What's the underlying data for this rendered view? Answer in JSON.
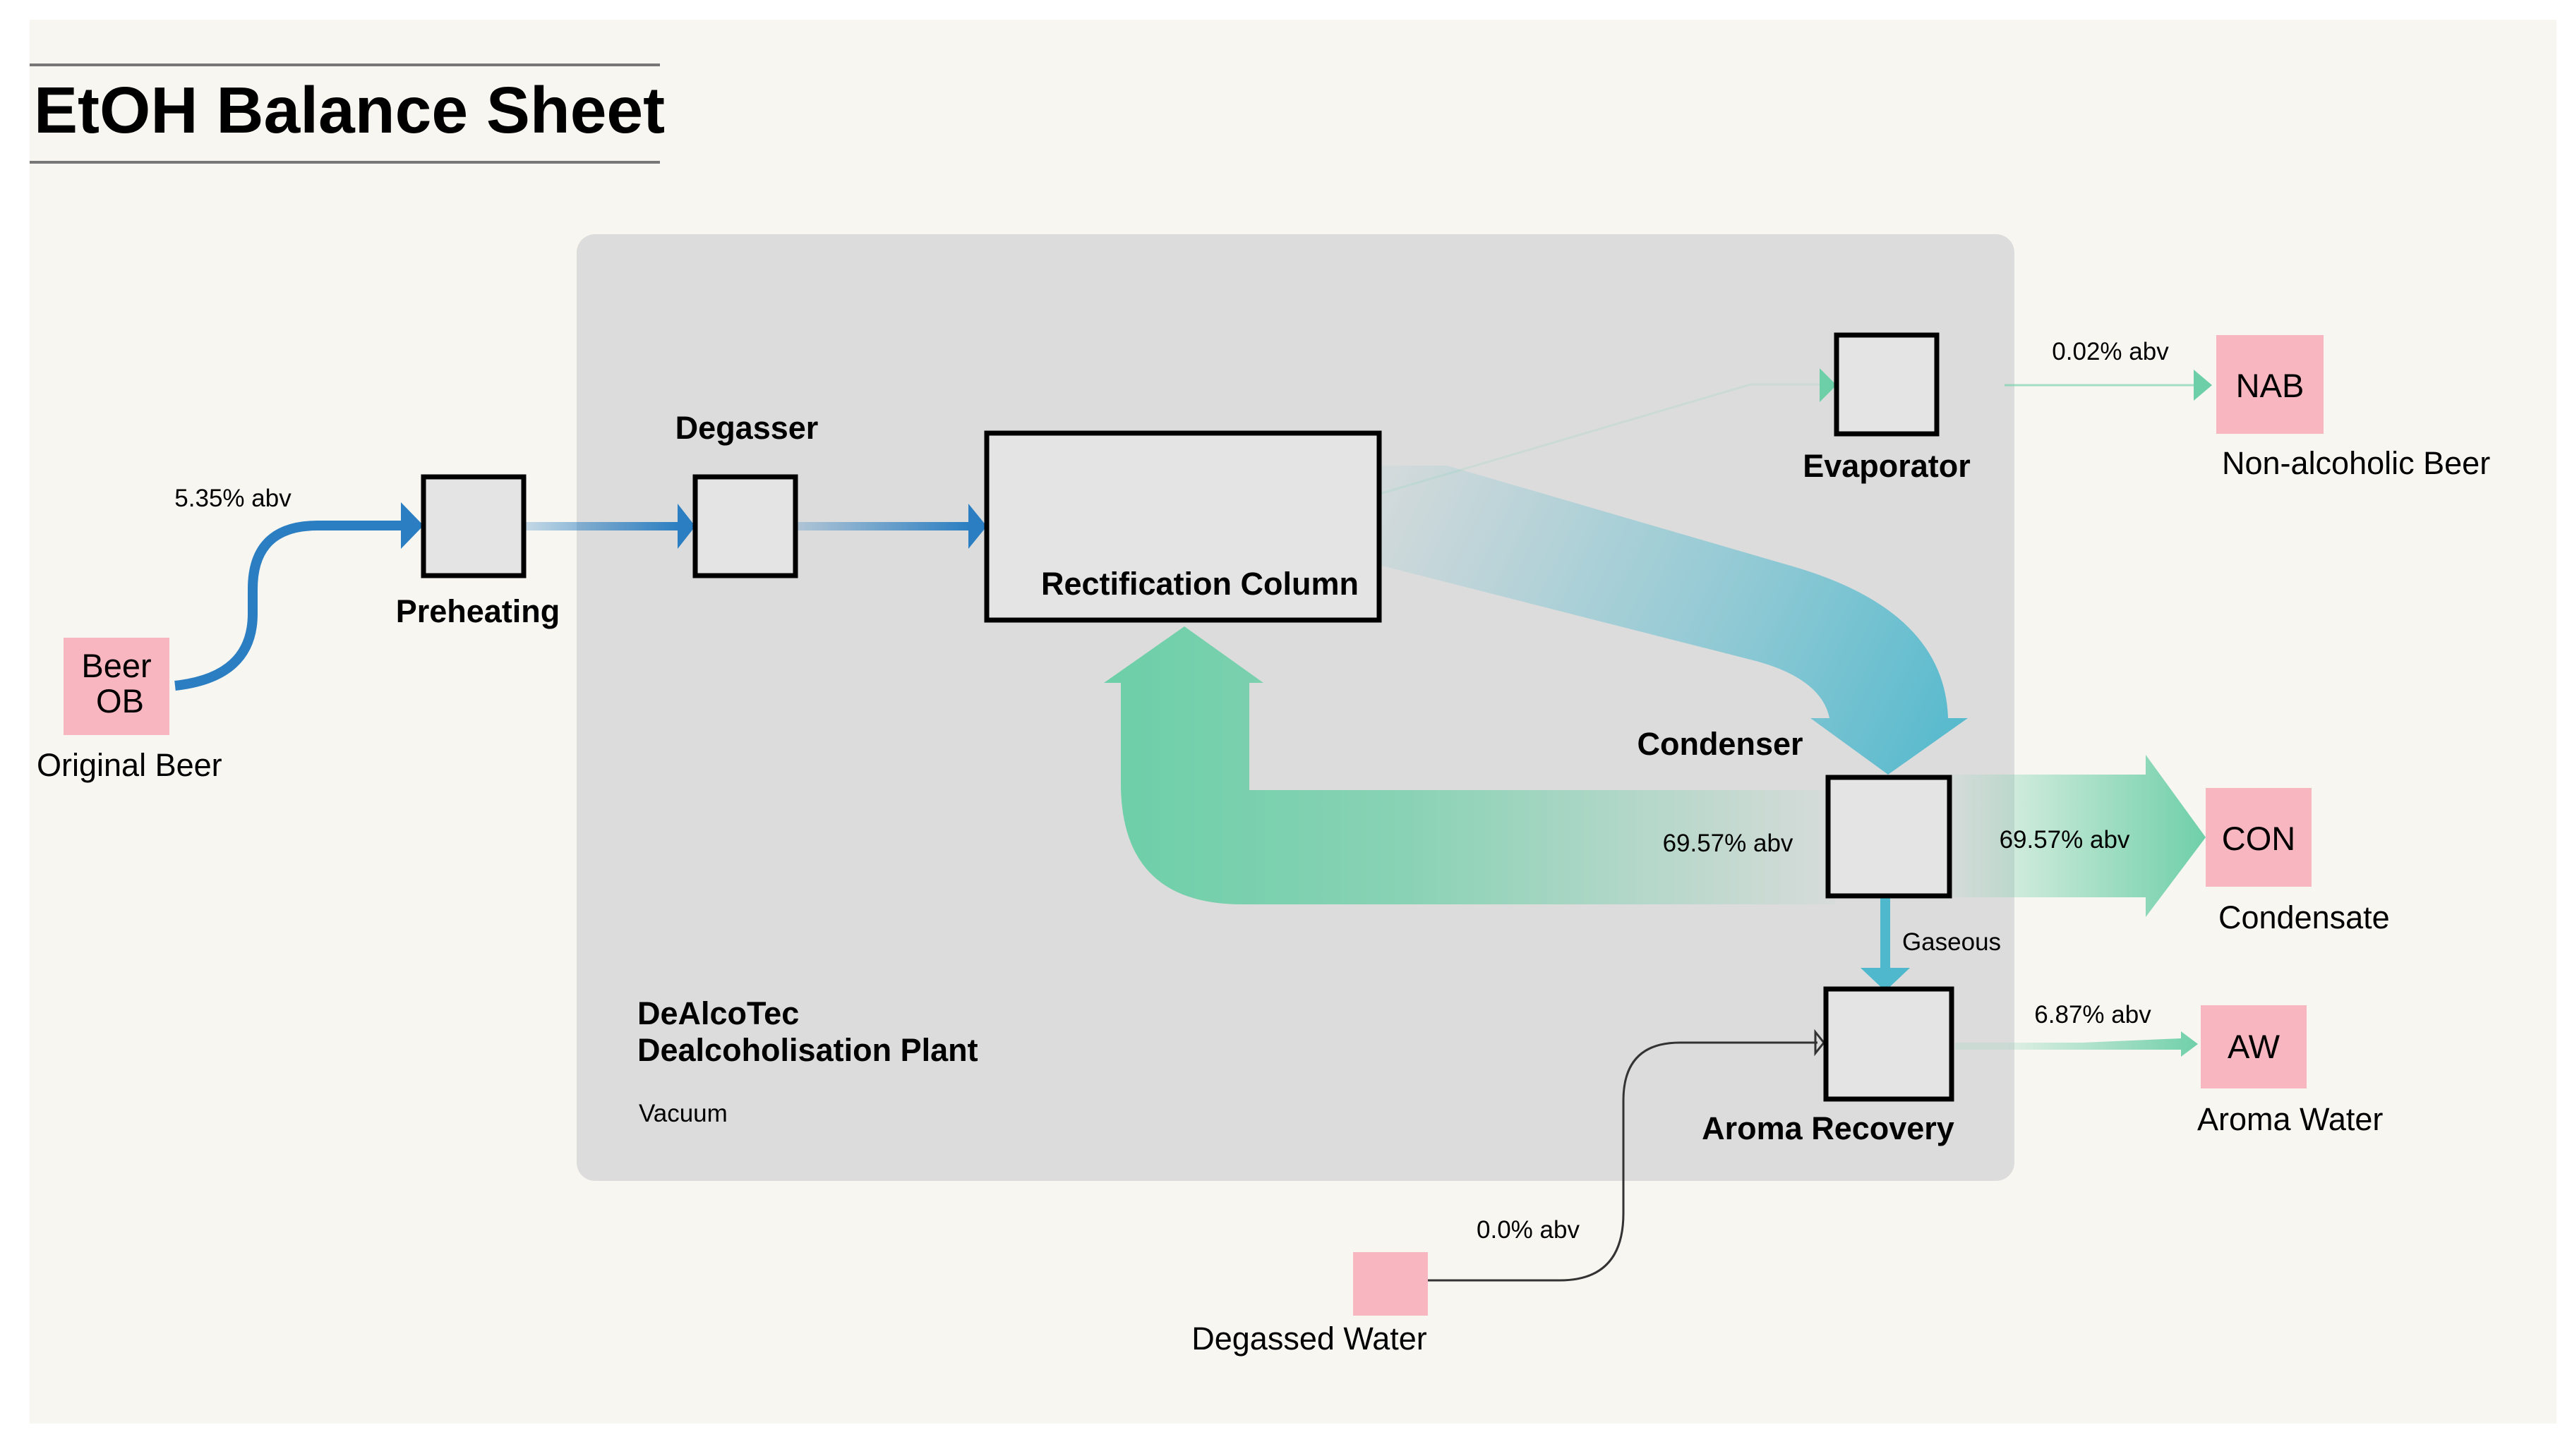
{
  "title": "EtOH Balance Sheet",
  "plant": {
    "name_line1": "DeAlcoTec",
    "name_line2": "Dealcoholisation Plant",
    "mode": "Vacuum"
  },
  "units": {
    "preheating": "Preheating",
    "degasser": "Degasser",
    "rectification_column": "Rectification Column",
    "evaporator": "Evaporator",
    "condenser": "Condenser",
    "aroma_recovery": "Aroma Recovery"
  },
  "streams": {
    "original_beer": {
      "box_line1": "Beer",
      "box_line2": "OB",
      "label": "Original Beer",
      "abv": "5.35% abv"
    },
    "non_alcoholic_beer": {
      "box": "NAB",
      "label": "Non-alcoholic Beer",
      "abv": "0.02% abv"
    },
    "condensate": {
      "box": "CON",
      "label": "Condensate",
      "abv_in": "69.57% abv",
      "abv_out": "69.57% abv"
    },
    "aroma_water": {
      "box": "AW",
      "label": "Aroma Water",
      "abv": "6.87% abv"
    },
    "degassed_water": {
      "box": "",
      "label": "Degassed Water",
      "abv": "0.0% abv"
    },
    "gaseous": "Gaseous"
  },
  "colors": {
    "background": "#f7f6f1",
    "plant_area": "#dcdcdc",
    "unit_fill": "#e4e4e4",
    "source_sink_fill": "#f8b6c0",
    "beer_flow": "#2a7ec1",
    "vapor_flow": "#5bbccf",
    "reflux_flow": "#6dcfa8"
  }
}
